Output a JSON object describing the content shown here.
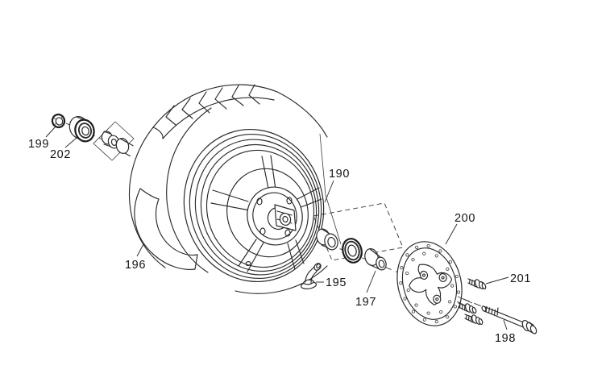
{
  "diagram": {
    "background_color": "#ffffff",
    "line_color": "#2a2a2a",
    "parts": [
      {
        "ref": "190"
      },
      {
        "ref": "195"
      },
      {
        "ref": "196"
      },
      {
        "ref": "197"
      },
      {
        "ref": "198"
      },
      {
        "ref": "199"
      },
      {
        "ref": "200"
      },
      {
        "ref": "201"
      },
      {
        "ref": "202"
      }
    ]
  }
}
